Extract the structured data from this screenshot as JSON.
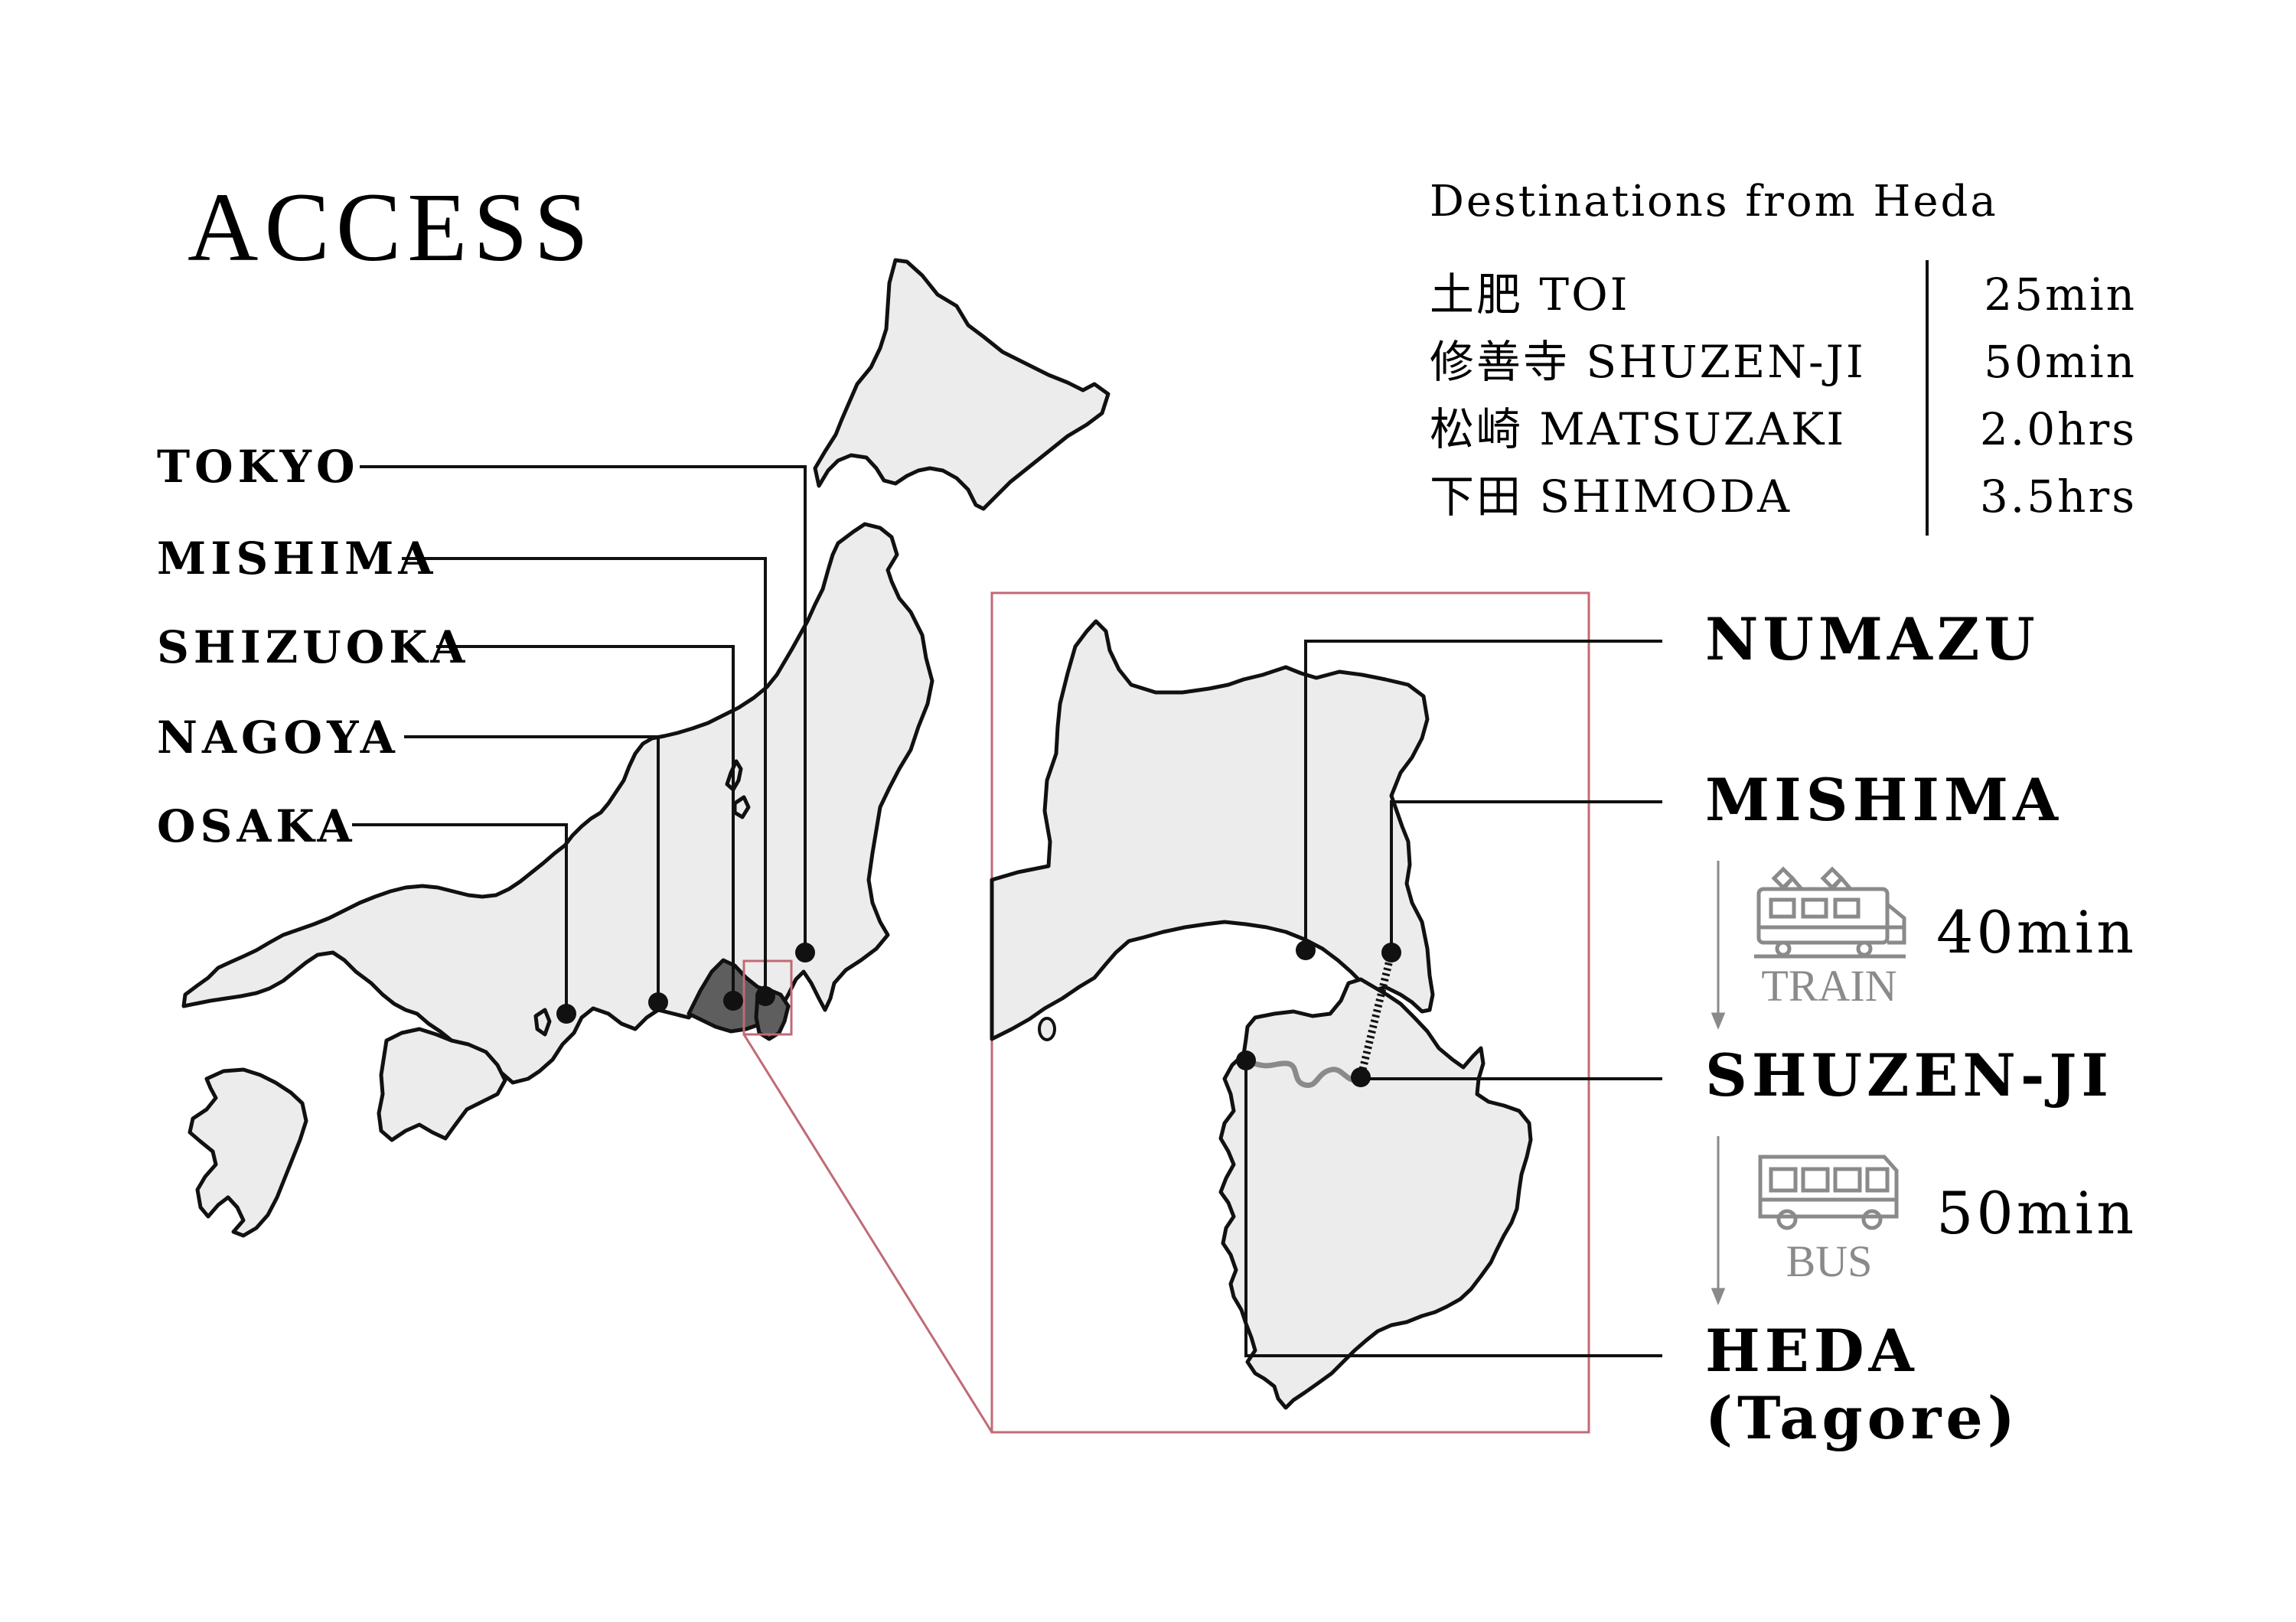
{
  "title": "ACCESS",
  "table": {
    "heading": "Destinations from Heda",
    "rows": [
      {
        "name": "土肥 TOI",
        "time": "25min"
      },
      {
        "name": "修善寺 SHUZEN-JI",
        "time": "50min"
      },
      {
        "name": "松崎 MATSUZAKI",
        "time": "2.0hrs"
      },
      {
        "name": "下田 SHIMODA",
        "time": "3.5hrs"
      }
    ]
  },
  "map_cities": [
    "TOKYO",
    "MISHIMA",
    "SHIZUOKA",
    "NAGOYA",
    "OSAKA"
  ],
  "inset": {
    "stations": [
      "NUMAZU",
      "MISHIMA",
      "SHUZEN-JI",
      "HEDA",
      "(Tagore)"
    ],
    "legs": [
      {
        "mode": "TRAIN",
        "icon": "train-icon",
        "time": "40min"
      },
      {
        "mode": "BUS",
        "icon": "bus-icon",
        "time": "50min"
      }
    ]
  },
  "colors": {
    "land": "#ececec",
    "highlight": "#5e5e5e",
    "outline": "#111111",
    "inset_frame": "#c06a76",
    "icon_gray": "#8a8a8a"
  }
}
